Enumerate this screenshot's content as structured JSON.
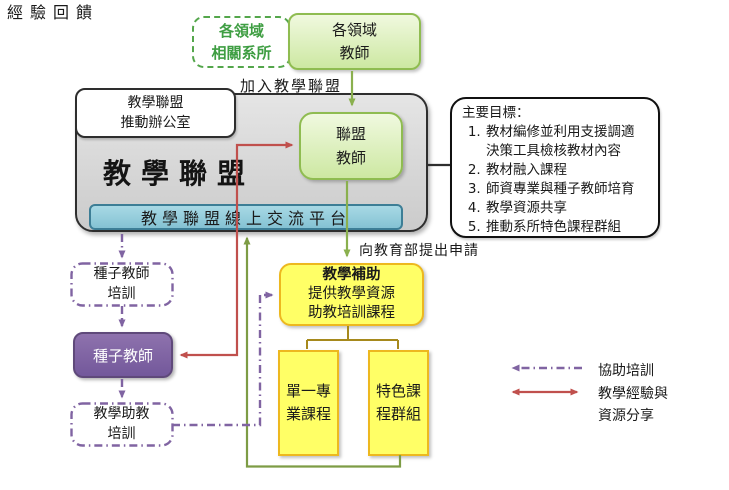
{
  "top": {
    "related_depts": "各領域\n相關系所",
    "field_teachers": "各領域\n教師",
    "join_label": "加入教學聯盟"
  },
  "alliance": {
    "office": "教學聯盟\n推動辦公室",
    "title": "教學聯盟",
    "platform": "教學聯盟線上交流平台",
    "teachers": "聯盟\n教師"
  },
  "goals": {
    "title": "主要目標：",
    "items": [
      "教材編修並利用支援調適\n決策工具檢核教材內容",
      "教材融入課程",
      "師資專業與種子教師培育",
      "教學資源共享",
      "推動系所特色課程群組"
    ]
  },
  "left_flow": {
    "seed_training": "種子教師\n培訓",
    "seed_teachers": "種子教師",
    "ta_training": "教學助教\n培訓"
  },
  "subsidy": {
    "apply_label": "向教育部提出申請",
    "title": "教學補助",
    "body": "提供教學資源\n助教培訓課程",
    "single_course": "單一專\n業課程",
    "featured_course": "特色課\n程群組",
    "feedback_label": "經驗回饋"
  },
  "legend": {
    "assist": "協助培訓",
    "share": "教學經驗與\n資源分享"
  },
  "colors": {
    "green_border": "#8fbc51",
    "green_line": "#8ab04e",
    "feedback_green": "#7d9c45",
    "red_line": "#c0504d",
    "purple": "#8064a2",
    "yellow_fill": "#ffff66",
    "yellow_border": "#edb81f",
    "blue_bar": "#93cddd",
    "gray_fill": "#d9d9d9"
  }
}
